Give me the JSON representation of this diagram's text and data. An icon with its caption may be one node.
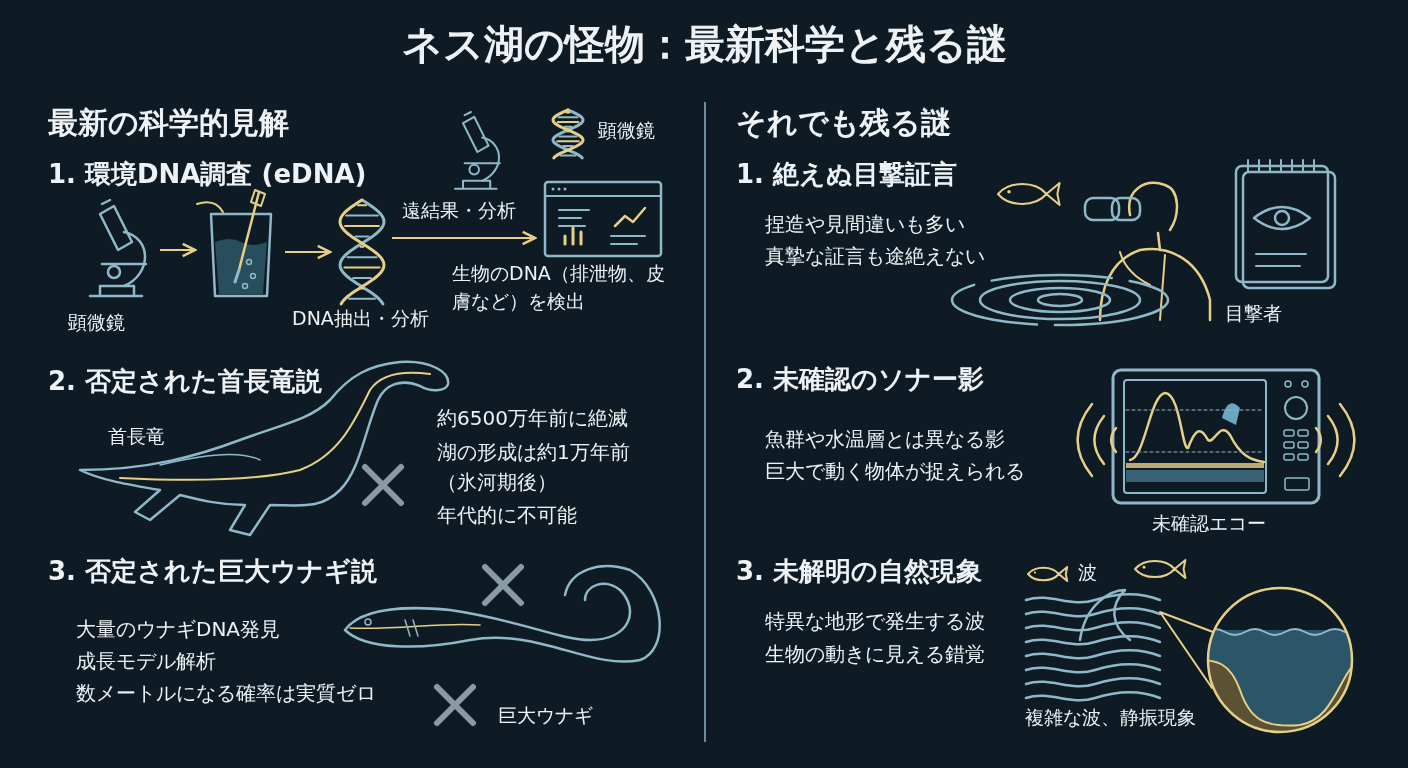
{
  "diagram": {
    "title": "ネス湖の怪物：最新科学と残る謎",
    "nodes": [
      {
        "text": [],
        "shape": "picture",
        "beside": [
          "顕微鏡"
        ]
      },
      {
        "text": [],
        "shape": "picture"
      },
      {
        "text": [],
        "shape": "picture",
        "beside": [
          "DNA抽出・分析"
        ]
      },
      {
        "text": [],
        "shape": "picture",
        "beside": [
          "生物のDNA（排泄物、皮膚など）を検出"
        ]
      }
    ],
    "edges": [
      {
        "from": 0,
        "to": 1,
        "arrow": "to"
      },
      {
        "from": 1,
        "to": 2,
        "arrow": "to"
      },
      {
        "from": 2,
        "to": 3,
        "arrow": "to",
        "label": "遠結果・分析"
      }
    ],
    "labels": [
      "最新の科学的見解",
      "1. 環境DNA調査 (eDNA)",
      "顕微鏡",
      "2. 否定された首長竜説",
      "首長竜",
      "約6500万年前に絶滅",
      "湖の形成は約1万年前（氷河期後）",
      "年代的に不可能",
      "3. 否定された巨大ウナギ説",
      "大量のウナギDNA発見",
      "成長モデル解析",
      "数メートルになる確率は実質ゼロ",
      "巨大ウナギ",
      "それでも残る謎",
      "1. 絶えぬ目撃証言",
      "捏造や見間違いも多い",
      "真摯な証言も途絶えない",
      "目撃者",
      "2. 未確認のソナー影",
      "魚群や水温層とは異なる影",
      "巨大で動く物体が捉えられる",
      "未確認エコー",
      "3. 未解明の自然現象",
      "波",
      "特異な地形で発生する波",
      "生物の動きに見える錯覚",
      "複雑な波、静振現象"
    ]
  }
}
